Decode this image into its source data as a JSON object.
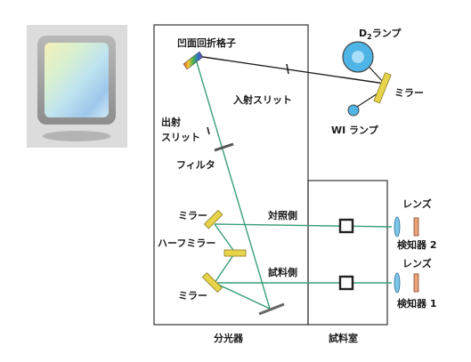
{
  "labels": {
    "grating": "凹面回折格子",
    "d2_lamp_prefix": "D",
    "d2_lamp_sub": "2",
    "d2_lamp_suffix": "ランプ",
    "entrance_slit": "入射スリット",
    "mirror_lamp": "ミラー",
    "wi_lamp": "WI ランプ",
    "exit_slit_line1": "出射",
    "exit_slit_line2": "スリット",
    "filter": "フィルタ",
    "mirror_upper": "ミラー",
    "reference_side": "対照側",
    "half_mirror": "ハーフミラー",
    "sample_side": "試料側",
    "mirror_lower": "ミラー",
    "lens_upper": "レンズ",
    "detector_2": "検知器 2",
    "lens_lower": "レンズ",
    "detector_1": "検知器 1",
    "spectrometer": "分光器",
    "sample_chamber": "試料室"
  },
  "colors": {
    "beam_green": "#3aa078",
    "beam_black": "#222222",
    "mirror_yellow": "#e8d44a",
    "lamp_blue": "#4fb4e6",
    "lens_blue": "#7fc7ea",
    "detector_orange": "#e9a27a",
    "box_stroke": "#333333"
  },
  "icons": {
    "photo": "concave-grating-photo",
    "grating": "rainbow-grating-icon"
  }
}
